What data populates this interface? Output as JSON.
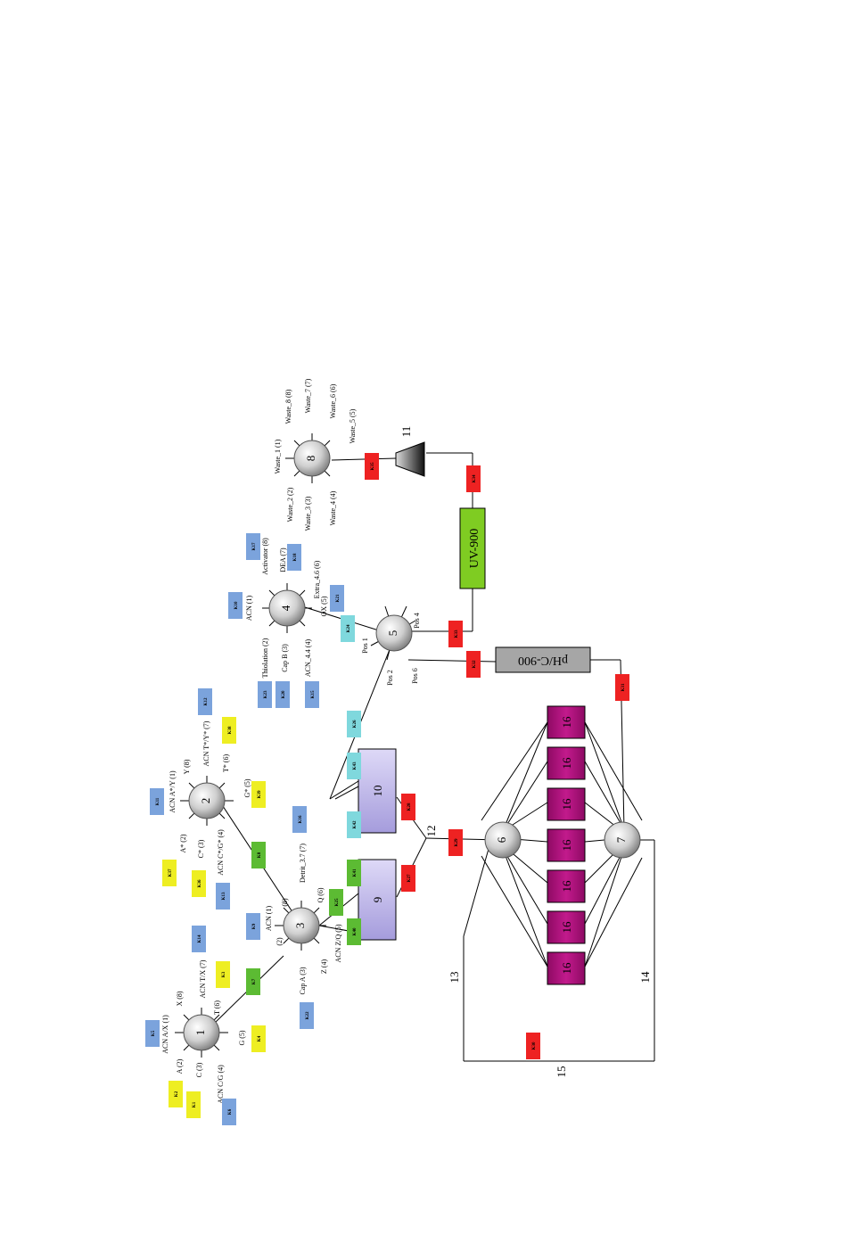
{
  "colors": {
    "blue": "#7ba3dc",
    "yellow": "#eeee22",
    "red": "#ee2222",
    "green": "#5cbb33",
    "cyan": "#7fd8dd",
    "magenta": "#b0127f",
    "lavender": "#b8b0e6",
    "uv_green": "#7fcc22",
    "gray_box": "#a6a6a6"
  },
  "valves": [
    {
      "id": "v1",
      "num": "1",
      "ports": [
        "ACN A/X (1)",
        "A (2)",
        "C (3)",
        "ACN C/G (4)",
        "G (5)",
        "T (6)",
        "ACN T/X (7)",
        "X (8)"
      ]
    },
    {
      "id": "v2",
      "num": "2",
      "ports": [
        "ACN A*/Y (1)",
        "A* (2)",
        "C* (3)",
        "ACN C*/G* (4)",
        "G* (5)",
        "T* (6)",
        "ACN T*/Y* (7)",
        "Y (8)"
      ]
    },
    {
      "id": "v3",
      "num": "3",
      "ports": [
        "ACN (1)",
        "(2)",
        "Cap A (3)",
        "Z (4)",
        "ACN Z/Q (5)",
        "Q (6)",
        "Detrit_3.7 (7)",
        "(8)"
      ]
    },
    {
      "id": "v4",
      "num": "4",
      "ports": [
        "ACN (1)",
        "Thiolation (2)",
        "Cap B (3)",
        "ACN_4.4 (4)",
        "OX (5)",
        "Extra_4.6 (6)",
        "DEA (7)",
        "Activator (8)"
      ]
    },
    {
      "id": "v5",
      "num": "5",
      "ports": [
        "Pos 1",
        "Pos 2",
        "Pos 4",
        "Pos 6"
      ]
    },
    {
      "id": "v6",
      "num": "6",
      "ports": []
    },
    {
      "id": "v7",
      "num": "7",
      "ports": []
    },
    {
      "id": "v8",
      "num": "8",
      "ports": [
        "Waste_1 (1)",
        "Waste_2 (2)",
        "Waste_3 (3)",
        "Waste_4 (4)",
        "Waste_5 (5)",
        "Waste_6 (6)",
        "Waste_7 (7)",
        "Waste_8 (8)"
      ]
    }
  ],
  "columns": {
    "c9": "9",
    "c10": "10"
  },
  "reactors_label": "16",
  "instruments": {
    "uv": "UV-900",
    "ph": "pH/C-900"
  },
  "numbers": {
    "n11": "11",
    "n12": "12",
    "n13": "13",
    "n14": "14",
    "n15": "15"
  },
  "k_labels": {
    "K1": "K1",
    "K2": "K2",
    "K3": "K3",
    "K4": "K4",
    "K5": "K5",
    "K6": "K6",
    "K7": "K7",
    "K8": "K8",
    "K9": "K9",
    "K10": "K10",
    "K11": "K11",
    "K12": "K12",
    "K13": "K13",
    "K14": "K14",
    "K15": "K15",
    "K16": "K16",
    "K17": "K17",
    "K18": "K18",
    "K20": "K20",
    "K21": "K21",
    "K22": "K22",
    "K23": "K23",
    "K24": "K24",
    "K25": "K25",
    "K26": "K26",
    "K27": "K27",
    "K28": "K28",
    "K29": "K29",
    "K30": "K30",
    "K31": "K31",
    "K32": "K32",
    "K33": "K33",
    "K34": "K34",
    "K35": "K35",
    "K36": "K36",
    "K37": "K37",
    "K38": "K38",
    "K39": "K39",
    "K40": "K40",
    "K41": "K41",
    "K42": "K42",
    "K43": "K43"
  }
}
